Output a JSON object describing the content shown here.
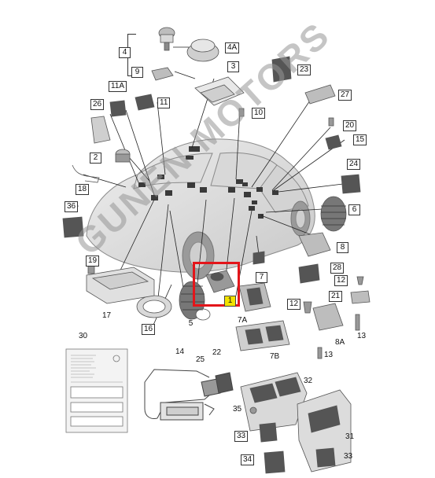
{
  "watermark": "GUNEN MOTORS",
  "highlight_color": "#e3151a",
  "highlight_part": "1",
  "callouts": [
    "1",
    "2",
    "3",
    "4",
    "4A",
    "5",
    "6",
    "7",
    "7A",
    "7B",
    "8",
    "8A",
    "9",
    "10",
    "11",
    "11A",
    "12",
    "12",
    "13",
    "13",
    "14",
    "15",
    "16",
    "17",
    "18",
    "19",
    "20",
    "21",
    "22",
    "23",
    "24",
    "25",
    "26",
    "27",
    "28",
    "30",
    "31",
    "32",
    "33",
    "33",
    "34",
    "35",
    "36"
  ]
}
